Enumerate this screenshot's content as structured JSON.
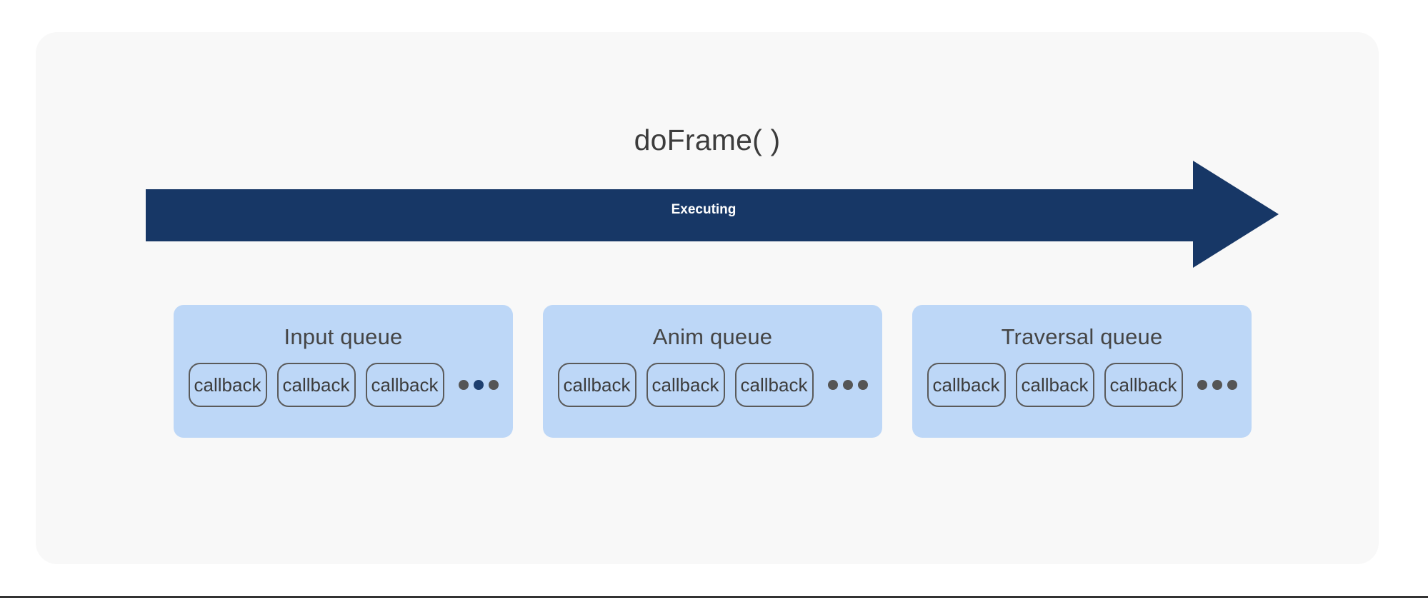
{
  "diagram": {
    "title": "doFrame( )",
    "panel_color": "#f8f8f8",
    "arrow": {
      "label": "Executing",
      "color": "#173766",
      "label_color": "#ffffff"
    },
    "queues": [
      {
        "title": "Input queue",
        "box_color": "#bdd7f7",
        "callbacks": [
          "callback",
          "callback",
          "callback"
        ],
        "ellipsis_dots": [
          "gray",
          "navy",
          "gray"
        ]
      },
      {
        "title": "Anim queue",
        "box_color": "#bdd7f7",
        "callbacks": [
          "callback",
          "callback",
          "callback"
        ],
        "ellipsis_dots": [
          "gray",
          "gray",
          "gray"
        ]
      },
      {
        "title": "Traversal queue",
        "box_color": "#bdd7f7",
        "callbacks": [
          "callback",
          "callback",
          "callback"
        ],
        "ellipsis_dots": [
          "gray",
          "gray",
          "gray"
        ]
      }
    ]
  }
}
